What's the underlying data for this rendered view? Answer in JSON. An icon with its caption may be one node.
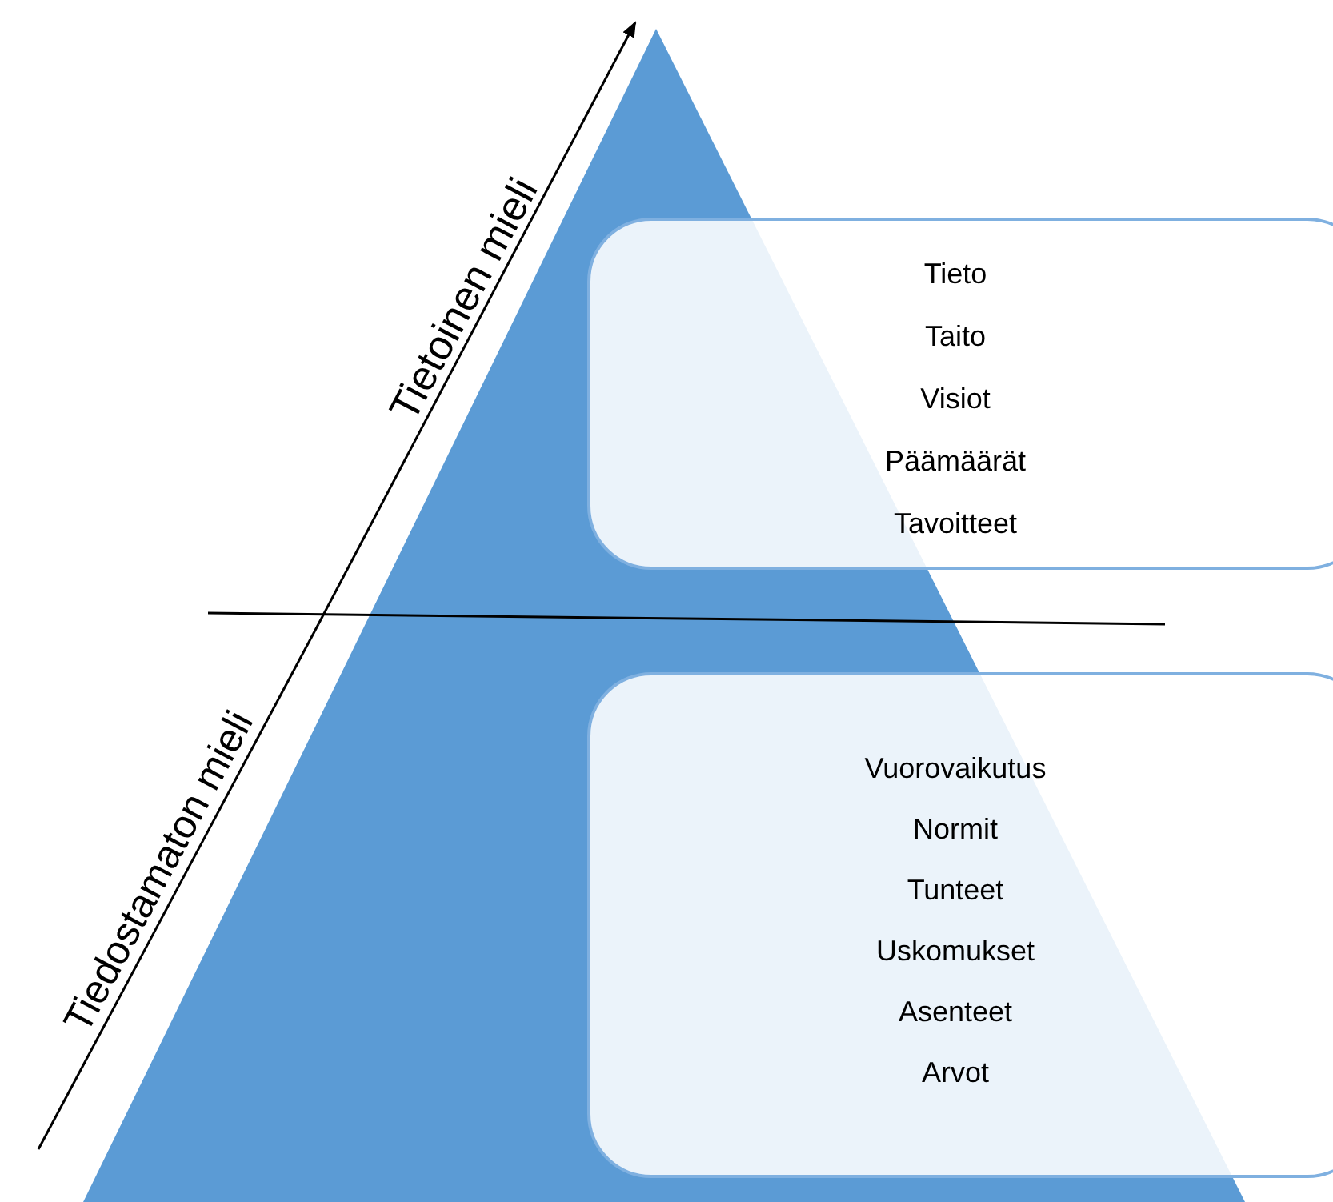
{
  "diagram": {
    "nodes": [
      {
        "text": [
          "Tieto",
          "Taito",
          "Visiot",
          "Päämäärät",
          "Tavoitteet"
        ]
      },
      {
        "text": [
          "Vuorovaikutus",
          "Normit",
          "Tunteet",
          "Uskomukset",
          "Asenteet",
          "Arvot"
        ]
      }
    ],
    "labels": [
      "Tietoinen mieli",
      "Tiedostamaton mieli"
    ]
  }
}
